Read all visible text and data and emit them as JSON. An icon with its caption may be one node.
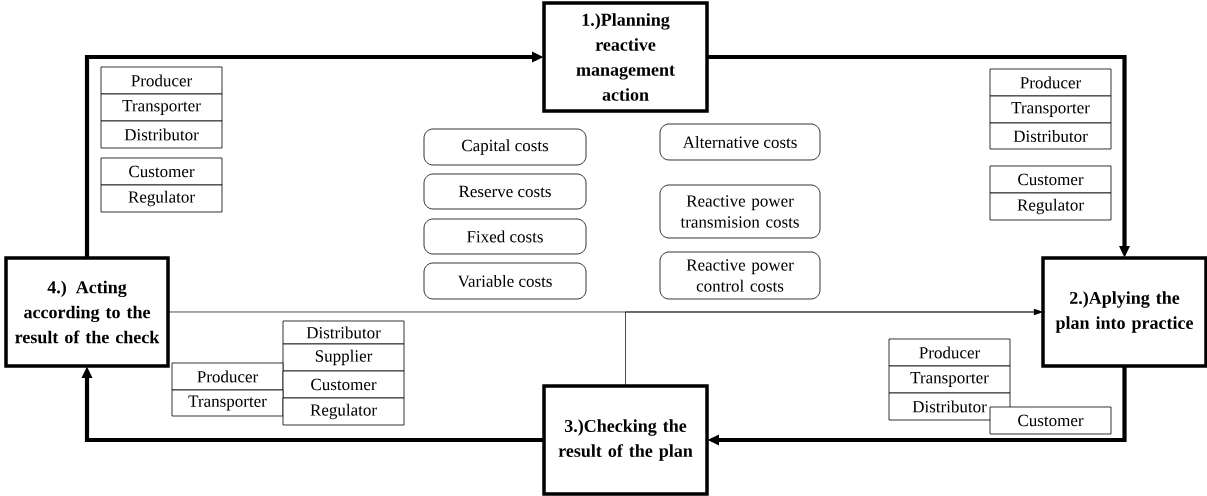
{
  "diagram": {
    "nodes": [
      {
        "text": [
          "1.)Planning reactive management action"
        ]
      },
      {
        "text": [
          "2.)Aplying the plan into practice"
        ]
      },
      {
        "text": [
          "3.)Checking the result of the plan"
        ]
      },
      {
        "text": [
          "4.) Acting according to the result of the check"
        ]
      },
      {
        "text": [
          "Producer"
        ]
      },
      {
        "text": [
          "Transporter"
        ]
      },
      {
        "text": [
          "Distributor"
        ]
      },
      {
        "text": [
          "Customer"
        ]
      },
      {
        "text": [
          "Regulator"
        ]
      },
      {
        "text": [
          "Capital costs"
        ]
      },
      {
        "text": [
          "Reserve costs"
        ]
      },
      {
        "text": [
          "Fixed costs"
        ]
      },
      {
        "text": [
          "Variable costs"
        ]
      },
      {
        "text": [
          "Alternative costs"
        ]
      },
      {
        "text": [
          "Reactive power transmision costs"
        ]
      },
      {
        "text": [
          "Reactive power control costs"
        ]
      },
      {
        "text": [
          "Producer"
        ]
      },
      {
        "text": [
          "Transporter"
        ]
      },
      {
        "text": [
          "Distributor"
        ]
      },
      {
        "text": [
          "Customer"
        ]
      },
      {
        "text": [
          "Regulator"
        ]
      },
      {
        "text": [
          "Distributor"
        ]
      },
      {
        "text": [
          "Supplier"
        ]
      },
      {
        "text": [
          "Producer"
        ]
      },
      {
        "text": [
          "Customer"
        ]
      },
      {
        "text": [
          "Transporter"
        ]
      },
      {
        "text": [
          "Regulator"
        ]
      },
      {
        "text": [
          "Producer"
        ]
      },
      {
        "text": [
          "Transporter"
        ]
      },
      {
        "text": [
          "Distributor"
        ]
      },
      {
        "text": [
          "Customer"
        ]
      }
    ],
    "edges": [
      {
        "from": 3,
        "to": 0,
        "arrow": "to"
      },
      {
        "from": 0,
        "to": 1,
        "arrow": "to"
      },
      {
        "from": 1,
        "to": 2,
        "arrow": "to"
      },
      {
        "from": 2,
        "to": 3,
        "arrow": "to"
      },
      {
        "from": 3,
        "to": 1,
        "arrow": "to"
      },
      {
        "from": 2,
        "to": 1,
        "arrow": "to"
      }
    ]
  }
}
